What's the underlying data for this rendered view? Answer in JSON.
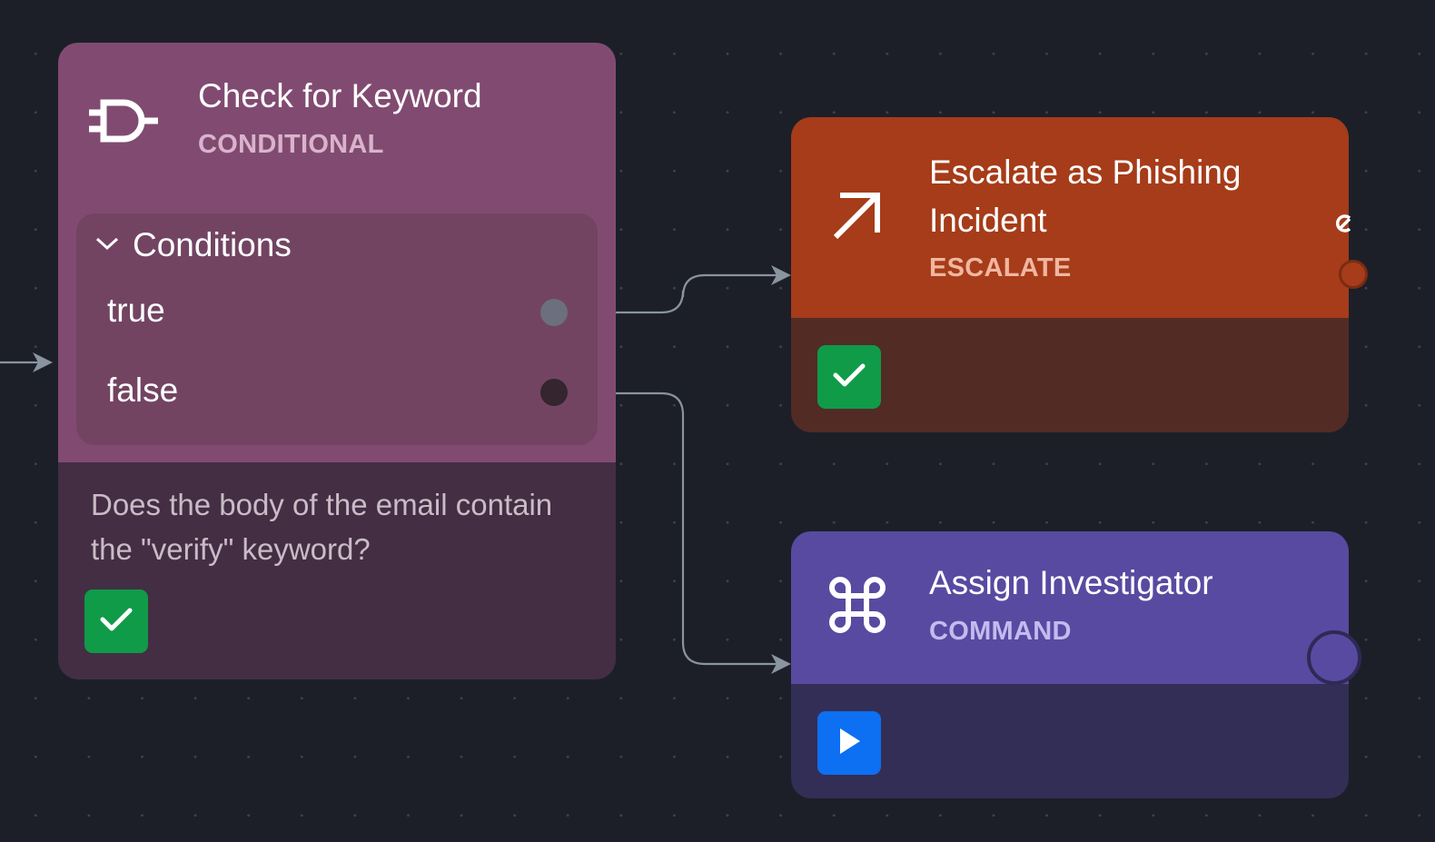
{
  "canvas": {
    "background": "#1c1f28"
  },
  "nodes": {
    "conditional": {
      "title": "Check for Keyword",
      "type": "CONDITIONAL",
      "icon": "logic-gate-icon",
      "color": "#814b71",
      "conditions_label": "Conditions",
      "branches": [
        "true",
        "false"
      ],
      "description": "Does the body of the email contain the \"verify\" keyword?",
      "status": "success"
    },
    "escalate": {
      "title": "Escalate as Phishing Incident",
      "type": "ESCALATE",
      "icon": "arrow-up-right-icon",
      "color": "#a63c19",
      "status": "success"
    },
    "command": {
      "title": "Assign Investigator",
      "type": "COMMAND",
      "icon": "command-key-icon",
      "color": "#584aa1",
      "status": "run"
    }
  },
  "edges": [
    {
      "from": "conditional.true",
      "to": "escalate"
    },
    {
      "from": "conditional.false",
      "to": "command"
    }
  ]
}
